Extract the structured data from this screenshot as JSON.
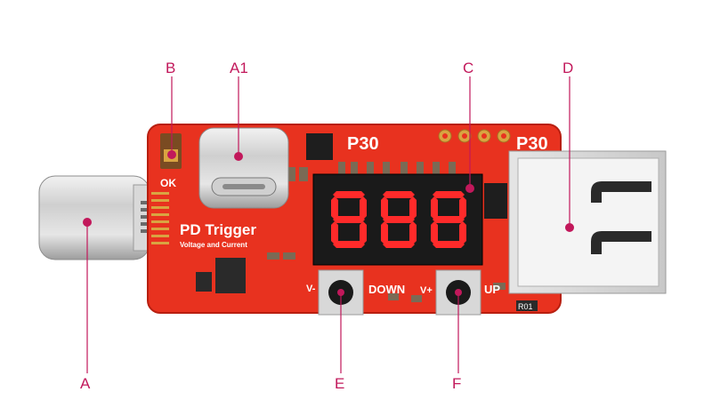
{
  "board": {
    "title": "PD Trigger",
    "subtitle": "Voltage and Current",
    "model_left": "P30",
    "model_right": "P30",
    "ok_label": "OK",
    "display_digits": [
      "8",
      "8",
      "8"
    ],
    "btn_left": {
      "sign": "V-",
      "label": "DOWN"
    },
    "btn_right": {
      "sign": "V+",
      "label": "UP"
    },
    "resistor_code": "R01"
  },
  "callouts": [
    {
      "id": "A",
      "target": "usb-c-male-plug"
    },
    {
      "id": "A1",
      "target": "usb-c-female-port"
    },
    {
      "id": "B",
      "target": "ok-indicator-led"
    },
    {
      "id": "C",
      "target": "led-display"
    },
    {
      "id": "D",
      "target": "usb-a-output-port"
    },
    {
      "id": "E",
      "target": "down-button"
    },
    {
      "id": "F",
      "target": "up-button"
    }
  ],
  "colors": {
    "pcb": "#e8321f",
    "callout": "#c2185b",
    "segment_on": "#ff2a2a",
    "display_bg": "#1a1a1a"
  }
}
